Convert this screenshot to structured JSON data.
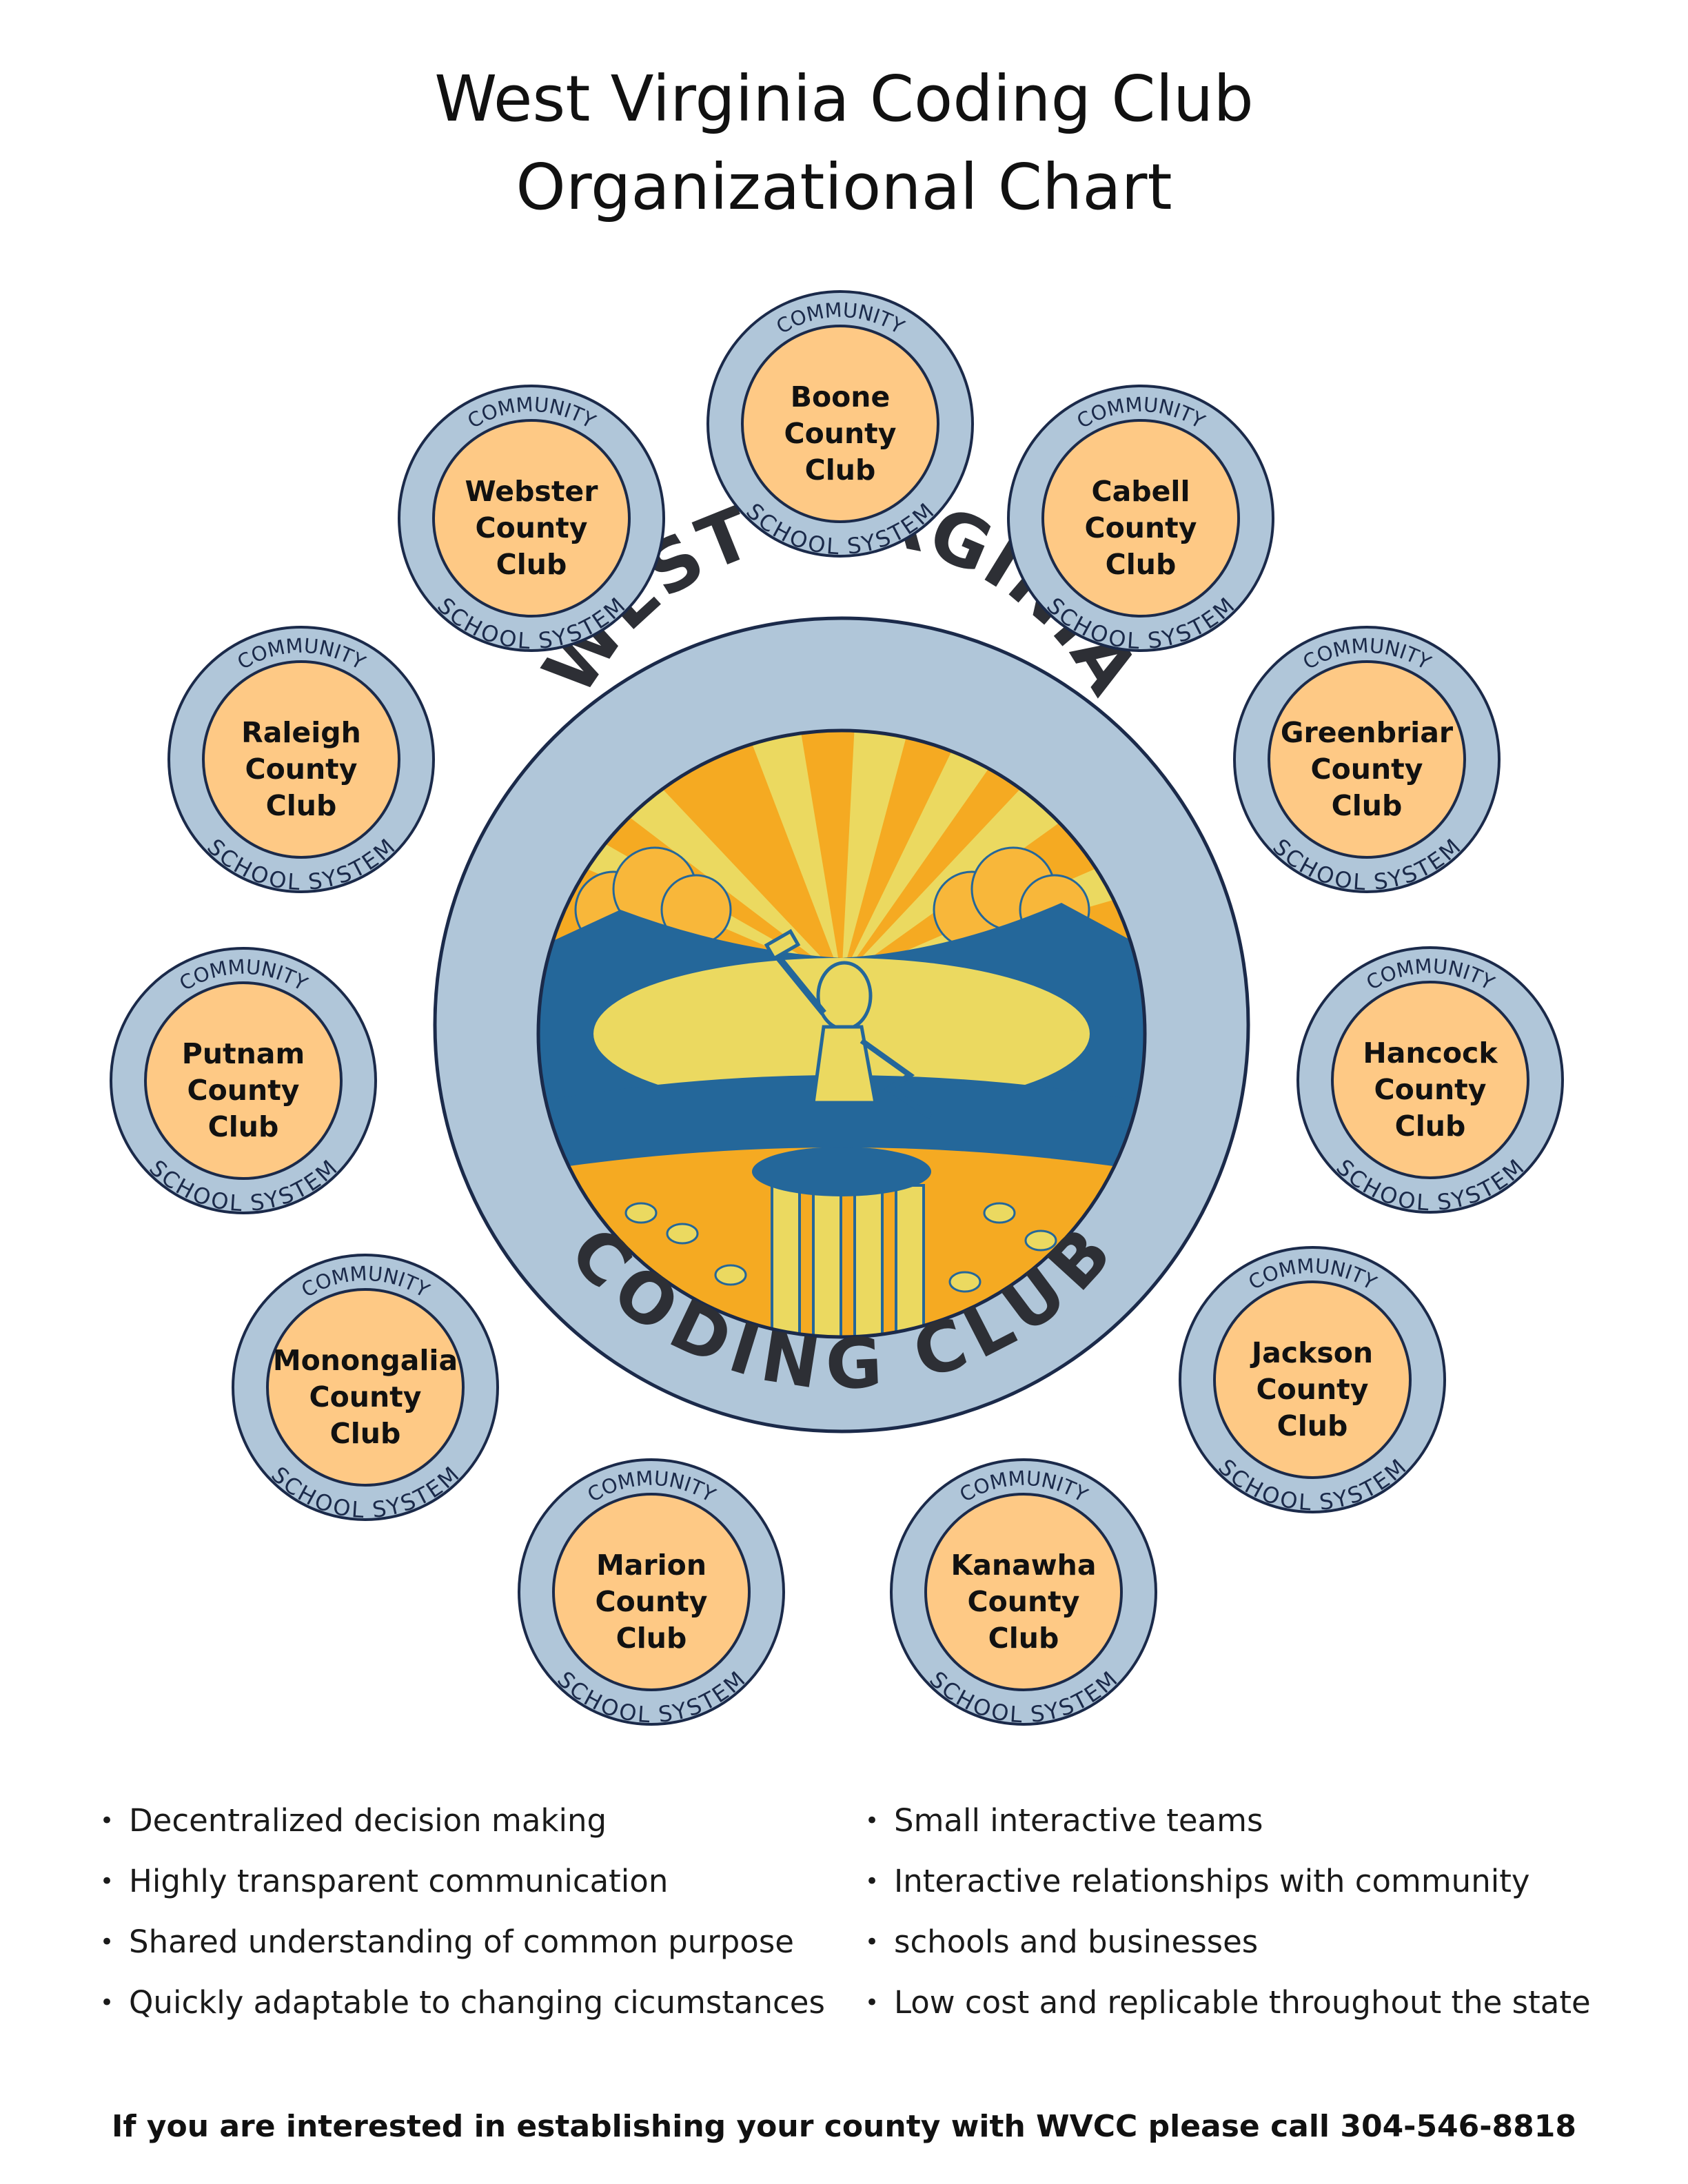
{
  "title": {
    "line1": "West Virginia Coding Club",
    "line2": "Organizational Chart"
  },
  "logo": {
    "top_text": "WEST VIRGINIA",
    "bottom_text": "CODING CLUB"
  },
  "ring_top": "COMMUNITY",
  "ring_bottom": "SCHOOL SYSTEM",
  "clubs": [
    {
      "line1": "Boone",
      "line2": "County",
      "line3": "Club"
    },
    {
      "line1": "Cabell",
      "line2": "County",
      "line3": "Club"
    },
    {
      "line1": "Greenbriar",
      "line2": "County",
      "line3": "Club"
    },
    {
      "line1": "Hancock",
      "line2": "County",
      "line3": "Club"
    },
    {
      "line1": "Jackson",
      "line2": "County",
      "line3": "Club"
    },
    {
      "line1": "Kanawha",
      "line2": "County",
      "line3": "Club"
    },
    {
      "line1": "Marion",
      "line2": "County",
      "line3": "Club"
    },
    {
      "line1": "Monongalia",
      "line2": "County",
      "line3": "Club"
    },
    {
      "line1": "Putnam",
      "line2": "County",
      "line3": "Club"
    },
    {
      "line1": "Raleigh",
      "line2": "County",
      "line3": "Club"
    },
    {
      "line1": "Webster",
      "line2": "County",
      "line3": "Club"
    }
  ],
  "bullets_left": [
    "Decentralized decision making",
    "Highly transparent communication",
    "Shared understanding of common purpose",
    "Quickly adaptable to changing cicumstances"
  ],
  "bullets_right": [
    "Small interactive teams",
    "Interactive relationships with community",
    "schools and businesses",
    "Low cost and replicable throughout the state"
  ],
  "footer": "If you are interested in establishing your county with WVCC please call 304-546-8818",
  "colors": {
    "ring_blue": "#b0c6d9",
    "club_orange": "#fec985",
    "outline_navy": "#1b2a4a",
    "logo_gold": "#f5aa22",
    "logo_yellow": "#ebd960",
    "logo_blue": "#24679a"
  }
}
